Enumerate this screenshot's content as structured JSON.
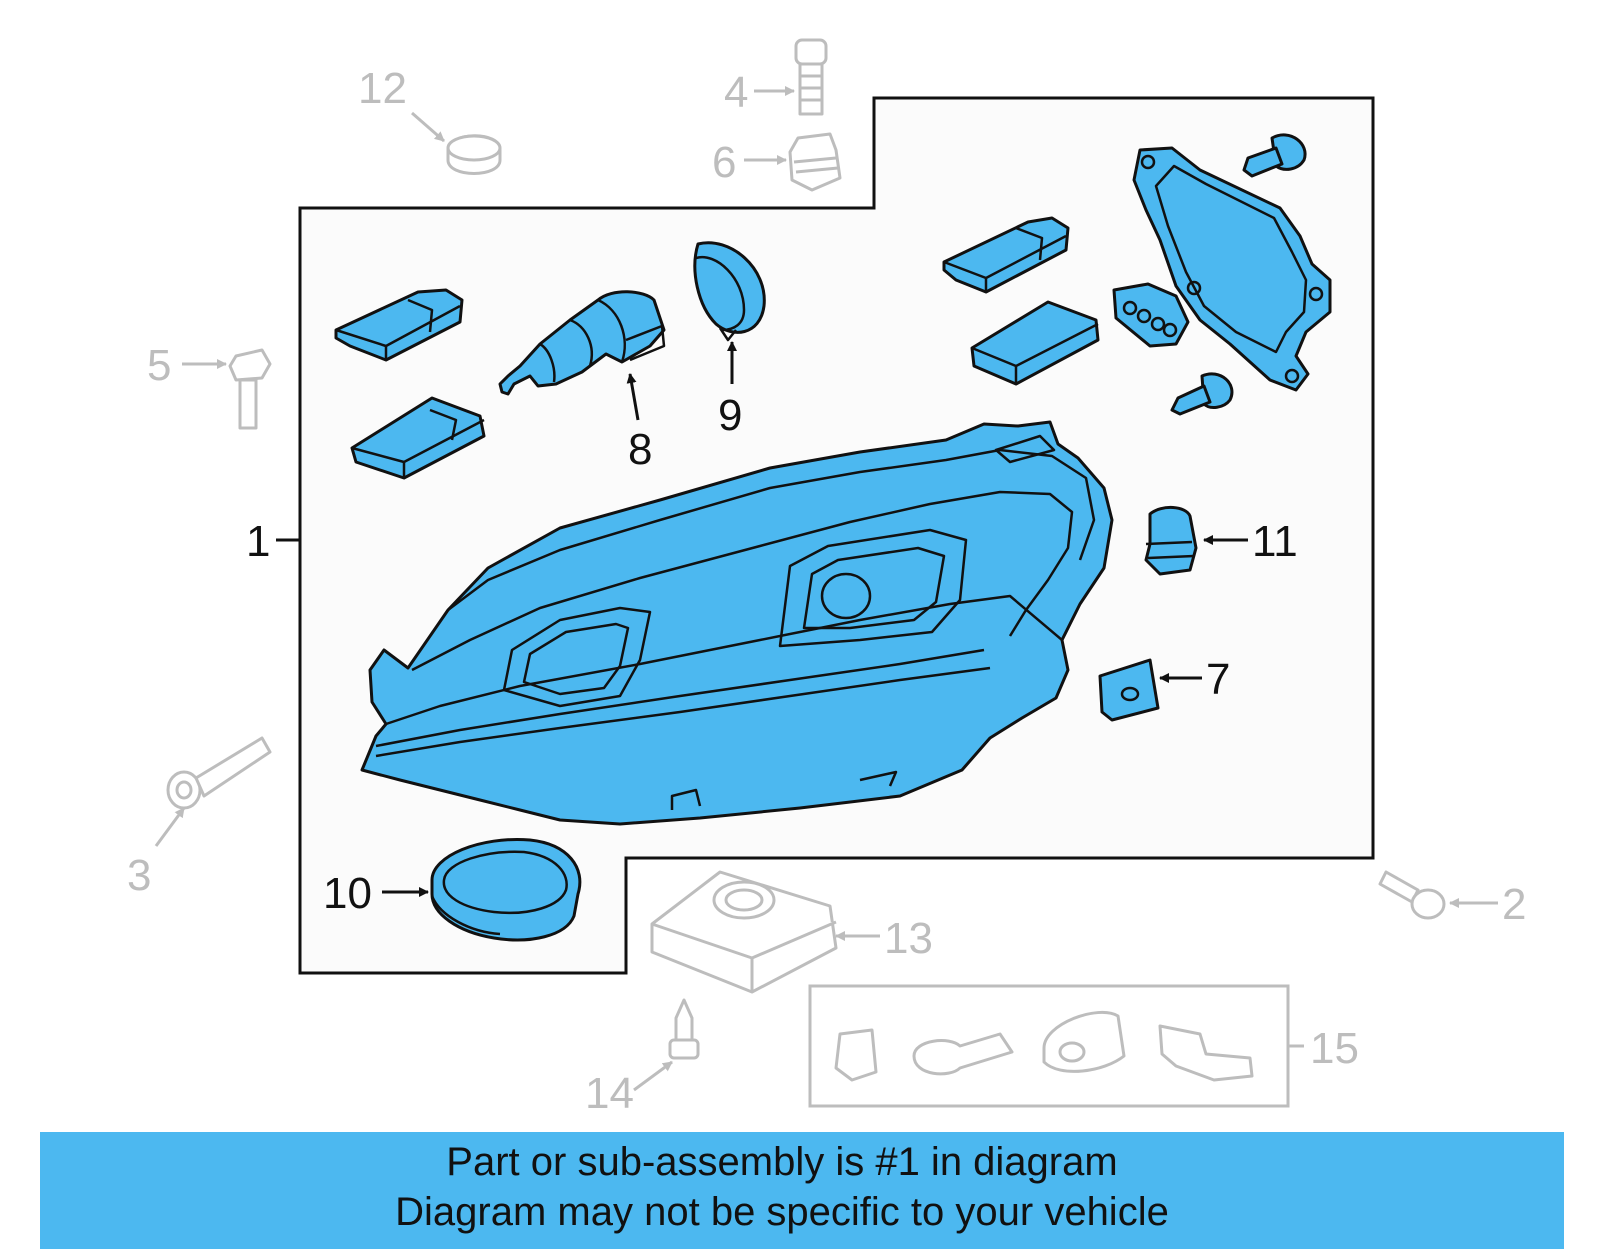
{
  "diagram": {
    "callouts": {
      "c1": "1",
      "c2": "2",
      "c3": "3",
      "c4": "4",
      "c5": "5",
      "c6": "6",
      "c7": "7",
      "c8": "8",
      "c9": "9",
      "c10": "10",
      "c11": "11",
      "c12": "12",
      "c13": "13",
      "c14": "14",
      "c15": "15"
    },
    "colors": {
      "highlight": "#4cb8f0",
      "outline": "#111111",
      "secondary": "#bdbdbd",
      "background": "#ffffff",
      "panel": "#fbfbfb"
    },
    "parts": [
      "headlamp-assembly-icon",
      "bolt-icon",
      "washer-bolt-icon",
      "screw-icon",
      "clip-nut-icon",
      "adjuster-clip-icon",
      "bulb-socket-icon",
      "lamp-cap-icon",
      "dust-cap-ring-icon",
      "retainer-clip-icon",
      "plug-icon",
      "ballast-module-icon",
      "mounting-hardware-kit-icon",
      "connector-module-icon",
      "rear-cover-icon"
    ]
  },
  "footer": {
    "line1": "Part or sub-assembly is #1 in diagram",
    "line2": "Diagram may not be specific to your vehicle"
  }
}
